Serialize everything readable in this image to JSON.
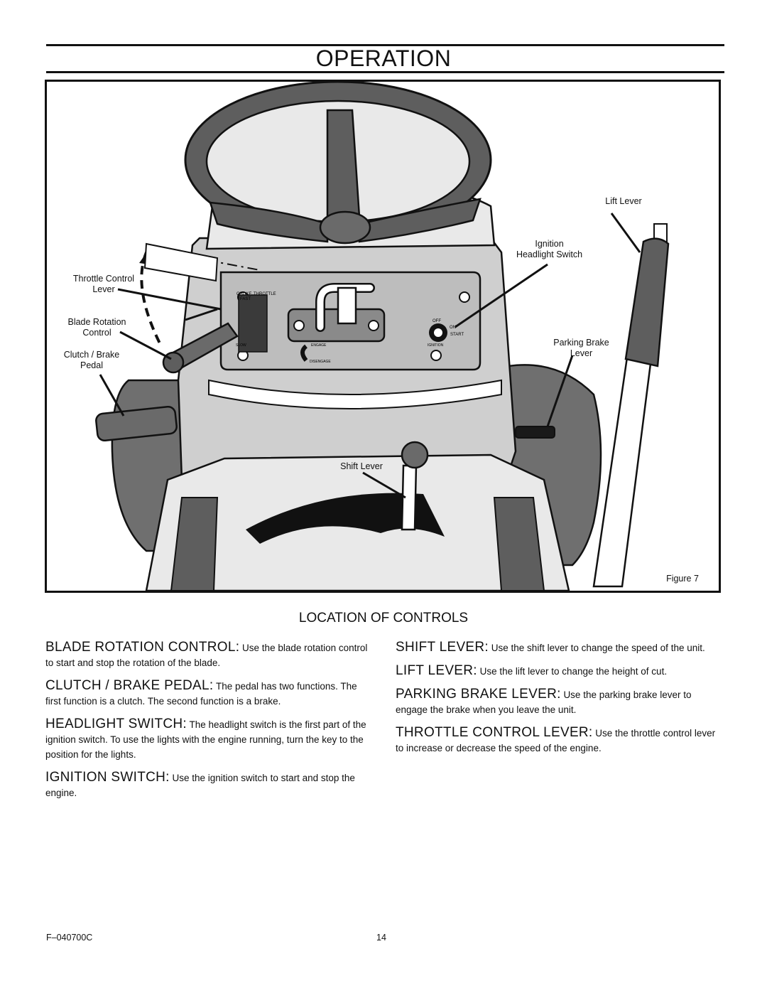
{
  "header": {
    "title": "OPERATION"
  },
  "figure": {
    "caption": "Figure 7",
    "callouts": {
      "lift_lever": "Lift Lever",
      "ignition_headlight": "Ignition\nHeadlight Switch",
      "throttle_control": "Throttle Control\nLever",
      "blade_rotation": "Blade Rotation\nControl",
      "clutch_brake": "Clutch / Brake\nPedal",
      "parking_brake": "Parking Brake\nLever",
      "shift_lever": "Shift Lever"
    },
    "panel_labels": {
      "choke": "CHOKE",
      "fast": "FAST",
      "throttle": "THROTTLE",
      "slow": "SLOW",
      "engage": "ENGAGE",
      "disengage": "DISENGAGE",
      "off": "OFF",
      "on": "ON",
      "start": "START",
      "ignition": "IGNITION"
    }
  },
  "section": {
    "title": "LOCATION OF CONTROLS"
  },
  "left_column": [
    {
      "term": "BLADE ROTATION CONTROL:",
      "text": "Use the blade rotation control to start and stop the rotation of the blade."
    },
    {
      "term": "CLUTCH / BRAKE PEDAL:",
      "text": "The pedal has two functions. The first function is a clutch. The second function is a brake."
    },
    {
      "term": "HEADLIGHT SWITCH:",
      "text": "The headlight switch is the first part of the ignition switch. To use the lights with the engine running, turn the key to the position for the lights."
    },
    {
      "term": "IGNITION SWITCH:",
      "text": "Use the ignition switch to start and stop the engine."
    }
  ],
  "right_column": [
    {
      "term": "SHIFT LEVER:",
      "text": "Use the shift lever to change the speed of the unit."
    },
    {
      "term": "LIFT LEVER:",
      "text": "Use the lift lever to change the height of cut."
    },
    {
      "term": "PARKING BRAKE LEVER:",
      "text": "Use the parking brake lever to engage the brake when you leave the unit."
    },
    {
      "term": "THROTTLE CONTROL LEVER:",
      "text": "Use the throttle control lever to increase or decrease the speed of the engine."
    }
  ],
  "footer": {
    "doc_code": "F–040700C",
    "page_number": "14"
  }
}
